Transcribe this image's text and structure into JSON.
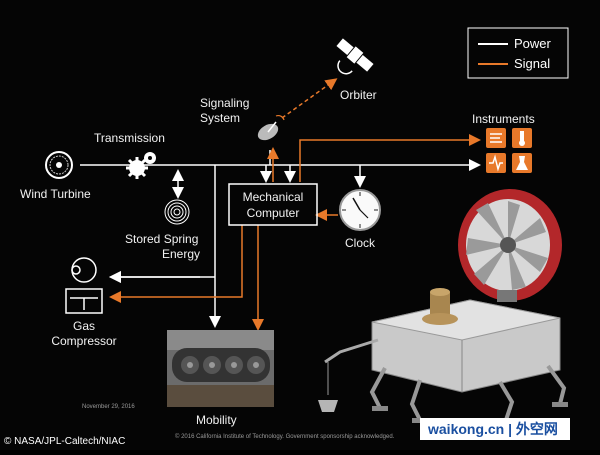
{
  "legend": {
    "power": "Power",
    "signal": "Signal"
  },
  "labels": {
    "orbiter": "Orbiter",
    "signaling_system": [
      "Signaling",
      "System"
    ],
    "transmission": "Transmission",
    "instruments": "Instruments",
    "wind_turbine": "Wind Turbine",
    "mechanical_computer": [
      "Mechanical",
      "Computer"
    ],
    "clock": "Clock",
    "stored_spring_energy": [
      "Stored Spring",
      "Energy"
    ],
    "gas_compressor": [
      "Gas",
      "Compressor"
    ],
    "mobility": "Mobility"
  },
  "footer": {
    "date": "November 29, 2016",
    "copyright": "© 2016 California Institute of Technology. Government sponsorship acknowledged.",
    "credit": "© NASA/JPL-Caltech/NIAC",
    "watermark": "waikong.cn | 外空网"
  },
  "colors": {
    "power": "#ffffff",
    "signal": "#e8792a",
    "instrument_tile": "#e8792a"
  }
}
